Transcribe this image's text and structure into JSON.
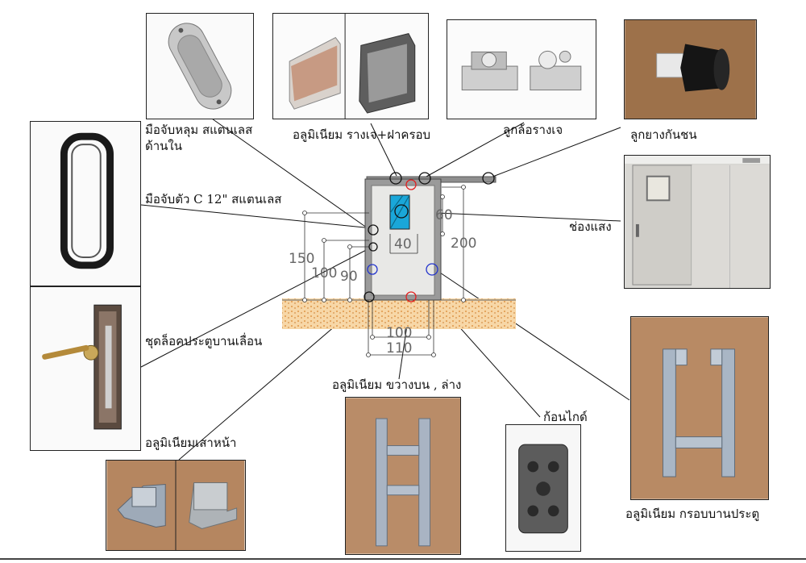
{
  "labels": {
    "recessed_handle": "มือจับหลุม สแตนเลส",
    "recessed_handle_line2": "ด้านใน",
    "aluminium_track_cover": "อลูมิเนียม รางเจ+ฝาครอบ",
    "track_roller": "ลูกล้อรางเจ",
    "rubber_bumper": "ลูกยางกันชน",
    "c_handle": "มือจับตัว C 12\" สแตนเลส",
    "vision_panel": "ช่องแสง",
    "lock_set": "ชุดล็อคประตูบานเลื่อน",
    "top_bottom_rail": "อลูมิเนียม ขวางบน , ล่าง",
    "guide_block": "ก้อนไกด์",
    "front_post": "อลูมิเนียมเสาหน้า",
    "door_frame_profile": "อลูมิเนียม กรอบบานประตู"
  },
  "dimensions": {
    "d60": "60",
    "d40": "40",
    "d150": "150",
    "d100": "100",
    "d90": "90",
    "d200": "200",
    "d100b": "100",
    "d110": "110"
  },
  "colors": {
    "door_panel": "#e8e8e6",
    "glass": "#1aa7d9",
    "frame_grey": "#8e8e8e",
    "floor": "#e79a43",
    "marker_red": "#e02020",
    "marker_blue": "#2233cc"
  }
}
